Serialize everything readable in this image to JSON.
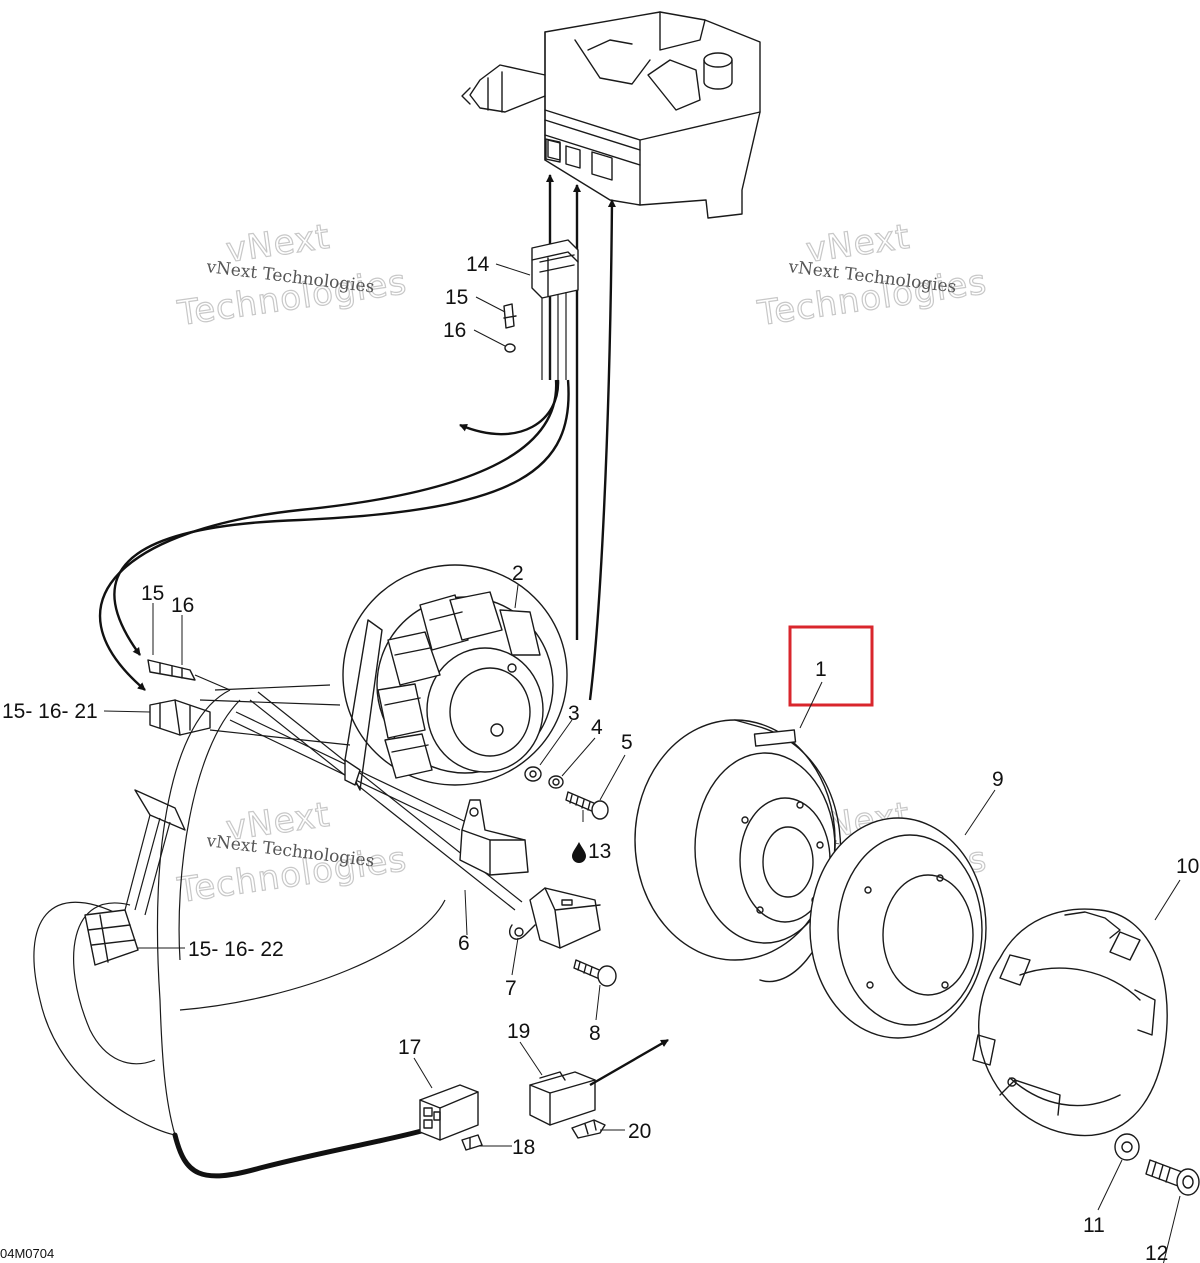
{
  "figure": {
    "code": "04M0704",
    "highlight_color": "#d9262c",
    "highlighted_part": "1"
  },
  "watermark": {
    "small": "vNext Technologies",
    "big_line1": "vNext",
    "big_line2": "Technologies"
  },
  "callouts": {
    "c1": "1",
    "c2": "2",
    "c3": "3",
    "c4": "4",
    "c5": "5",
    "c6": "6",
    "c7": "7",
    "c8": "8",
    "c9": "9",
    "c10": "10",
    "c11": "11",
    "c12": "12",
    "c13": "13",
    "c14": "14",
    "c15a": "15",
    "c16a": "16",
    "c15b": "15",
    "c16b": "16",
    "c15_16_21": "15- 16- 21",
    "c15_16_22": "15- 16- 22",
    "c17": "17",
    "c18": "18",
    "c19": "19",
    "c20": "20"
  },
  "icons": {
    "oil_drop": "oil-drop-icon"
  }
}
